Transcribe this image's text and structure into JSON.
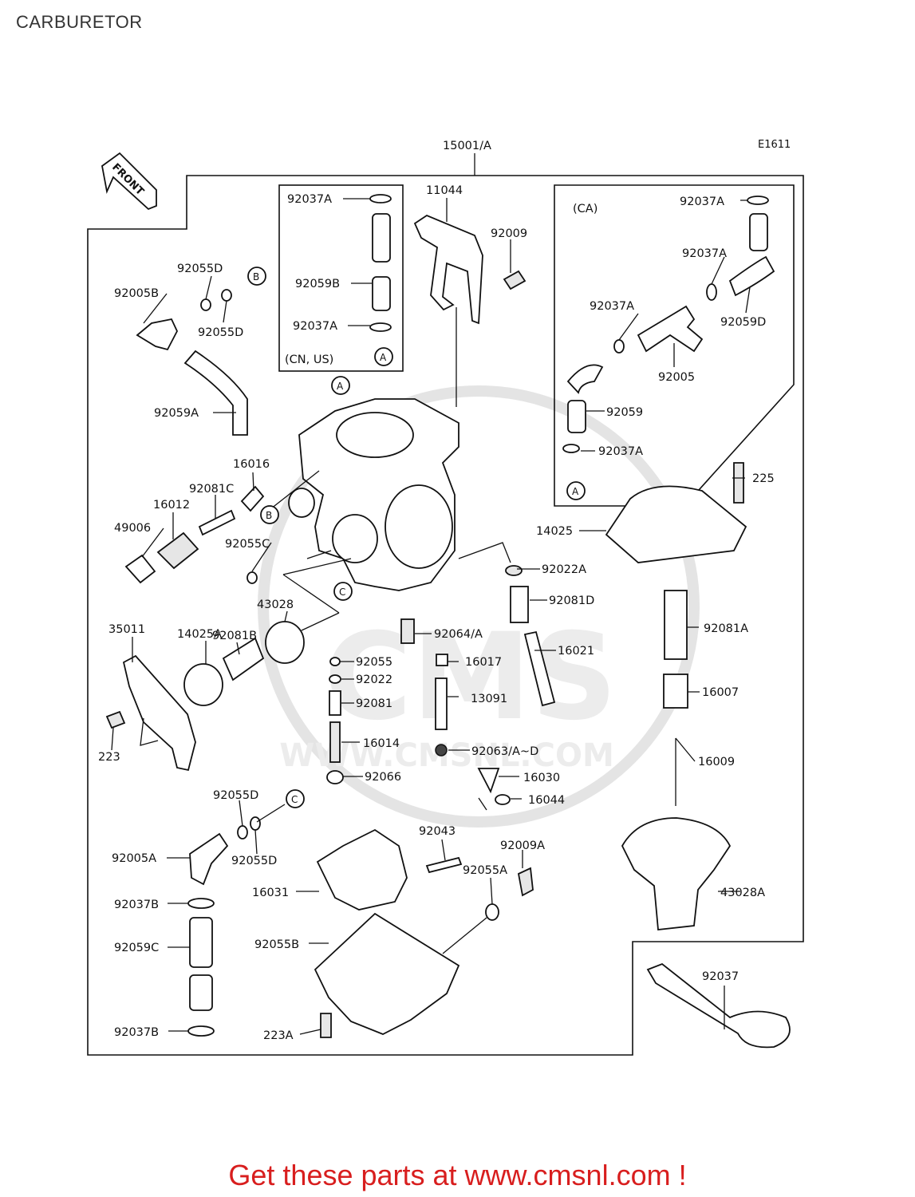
{
  "page": {
    "title": "CARBURETOR"
  },
  "diagram": {
    "code": "E1611",
    "front_label": "FRONT",
    "watermark": "WWW.CMSNL.COM",
    "watermark_logo": "CMS",
    "subset_left_region": "(CN, US)",
    "subset_right_region": "(CA)",
    "callouts": {
      "a": "A",
      "b": "B",
      "c": "C"
    },
    "labels": {
      "p15001A": "15001/A",
      "p11044": "11044",
      "p92009": "92009",
      "p92037A_1": "92037A",
      "p92059B": "92059B",
      "p92037A_2": "92037A",
      "p92037A_3": "92037A",
      "p92037A_4": "92037A",
      "p92037A_5": "92037A",
      "p92059D": "92059D",
      "p92005": "92005",
      "p92059": "92059",
      "p92037A_6": "92037A",
      "p92055D_1": "92055D",
      "p92005B": "92005B",
      "p92055D_2": "92055D",
      "p92059A": "92059A",
      "p16016": "16016",
      "p92081C": "92081C",
      "p16012": "16012",
      "p49006": "49006",
      "p92055C": "92055C",
      "p225": "225",
      "p14025": "14025",
      "p92022A": "92022A",
      "p92081D": "92081D",
      "p43028": "43028",
      "p92081B": "92081B",
      "p35011": "35011",
      "p14025A": "14025A",
      "p92064A": "92064/A",
      "p16021": "16021",
      "p92081A": "92081A",
      "p92055": "92055",
      "p16017": "16017",
      "p92022": "92022",
      "p92081": "92081",
      "p13091": "13091",
      "p16007": "16007",
      "p223": "223",
      "p16014": "16014",
      "p92063": "92063/A~D",
      "p16009": "16009",
      "p92066": "92066",
      "p16030": "16030",
      "p16044": "16044",
      "p92055D_3": "92055D",
      "p92043": "92043",
      "p92009A": "92009A",
      "p92005A": "92005A",
      "p92055D_4": "92055D",
      "p92055A": "92055A",
      "p16031": "16031",
      "p43028A": "43028A",
      "p92037B_1": "92037B",
      "p92059C": "92059C",
      "p92055B": "92055B",
      "p92037": "92037",
      "p92037B_2": "92037B",
      "p223A": "223A"
    }
  },
  "footer": {
    "cta": "Get these parts at www.cmsnl.com !"
  }
}
